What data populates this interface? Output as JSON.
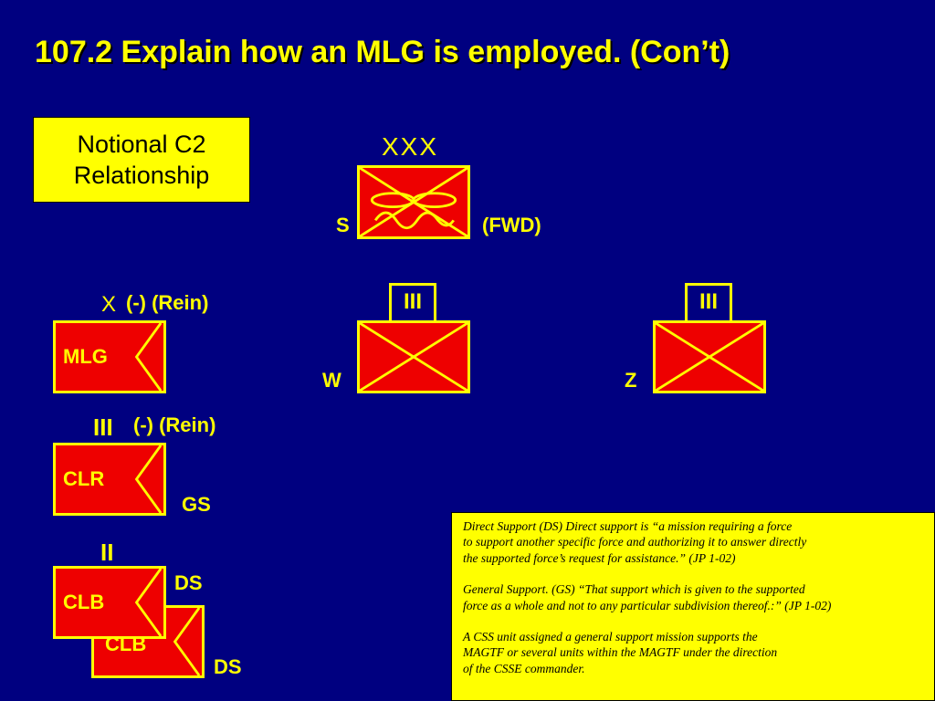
{
  "title": "107.2 Explain how an MLG is employed.  (Con’t)",
  "notional_box": {
    "line1": "Notional C2",
    "line2": "Relationship"
  },
  "top_unit": {
    "echelon": "XXX",
    "left_label": "S",
    "right_label": "(FWD)"
  },
  "w_unit": {
    "echelon": "III",
    "label": "W"
  },
  "z_unit": {
    "echelon": "III",
    "label": "Z"
  },
  "mlg": {
    "echelon": "X",
    "modifier": "(-) (Rein)",
    "name": "MLG"
  },
  "clr": {
    "echelon": "III",
    "modifier": "(-) (Rein)",
    "name": "CLR",
    "support": "GS"
  },
  "clb_group": {
    "echelon": "II",
    "front": {
      "name": "CLB",
      "support": "DS"
    },
    "back": {
      "name": "CLB",
      "support": "DS"
    }
  },
  "definitions": {
    "ds": "Direct Support (DS) Direct support is “a mission requiring a force\nto support another specific force and authorizing it to answer directly\nthe supported force’s request for assistance.” (JP 1-02)",
    "gs": "General Support. (GS) “That support which is given to the supported\nforce as a whole and not to any particular subdivision thereof.:” (JP 1-02)",
    "css": "A CSS unit assigned a general support mission supports the\nMAGTF or several units within the MAGTF under the direction\nof the CSSE commander."
  },
  "colors": {
    "background": "#000080",
    "text": "#FFFF00",
    "unit_fill": "#EE0000"
  }
}
